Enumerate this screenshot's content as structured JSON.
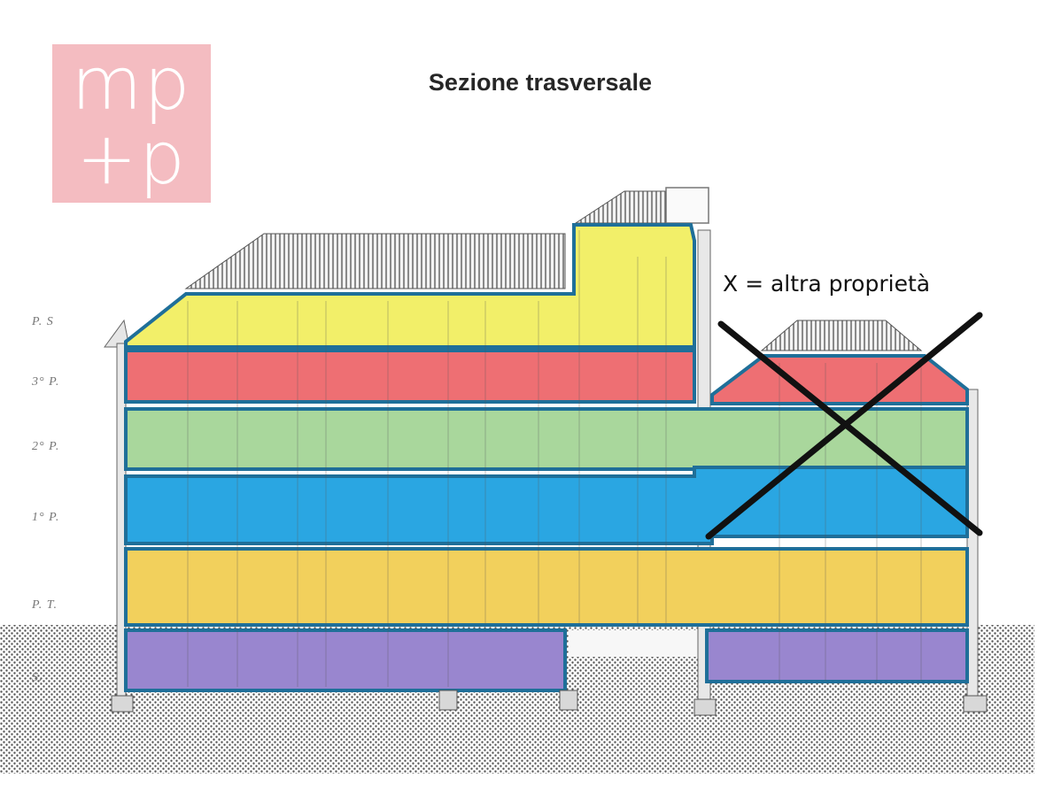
{
  "logo": {
    "line1": "mp",
    "line2": "+p"
  },
  "title": "Sezione trasversale",
  "note": "X = altra proprietà",
  "level_labels": [
    "P. S",
    "3° P.",
    "2° P.",
    "1° P.",
    "P. T.",
    "S."
  ],
  "colors": {
    "logo_bg": "#f4bcc1",
    "attic": "#f2ef69",
    "third_floor": "#ee6f73",
    "second_floor": "#a9d79c",
    "first_floor": "#2aa6e2",
    "ground_floor": "#f2d05c",
    "basement": "#9986cf",
    "outline": "#1f6f99",
    "cross": "#111111"
  }
}
